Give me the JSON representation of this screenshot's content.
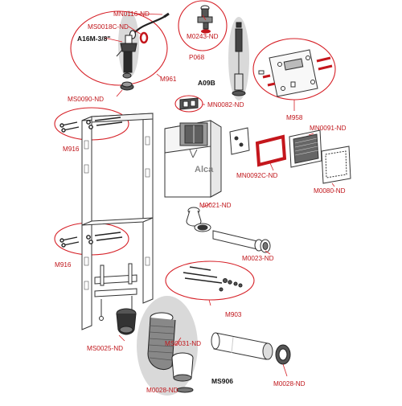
{
  "colors": {
    "label_red": "#c0161b",
    "callout_red": "#d62027",
    "part_stroke": "#333333",
    "highlight_gray": "#d9d9d9",
    "gasket_red": "#c4161c"
  },
  "brand_mark": "Alca",
  "labels": {
    "mn0116": "MN0116-ND",
    "ms0018c": "MS0018C-ND",
    "a16m": "A16M-3/8\"",
    "m0243": "M0243-ND",
    "p068": "P068",
    "m961": "M961",
    "a09b": "A09B",
    "ms0090": "MS0090-ND",
    "mn0082": "MN0082-ND",
    "m958": "M958",
    "m916_top": "M916",
    "mn0091": "MN0091-ND",
    "mn0092c": "MN0092C-ND",
    "m0080": "M0080-ND",
    "m0021": "M0021-ND",
    "m0023": "M0023-ND",
    "m916_bottom": "M916",
    "m903": "M903",
    "ms0025": "MS0025-ND",
    "ms0031": "MS0031-ND",
    "ms906": "MS906",
    "m0028_left": "M0028-ND",
    "m0028_right": "M0028-ND"
  }
}
